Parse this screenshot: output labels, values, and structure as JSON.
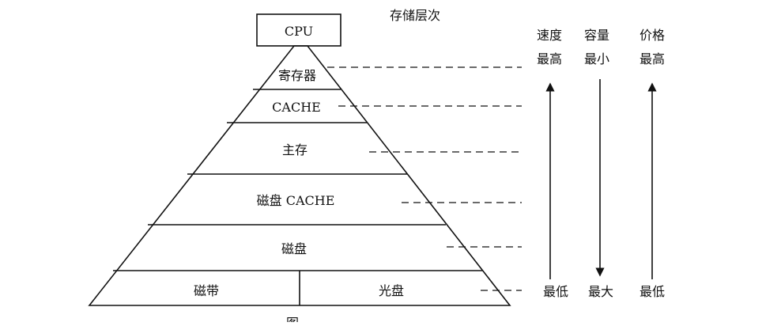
{
  "title": "存储层次",
  "cpu_label": "CPU",
  "levels": [
    {
      "label": "寄存器"
    },
    {
      "label": "CACHE"
    },
    {
      "label": "主存"
    },
    {
      "label": "磁盘 CACHE"
    },
    {
      "label": "磁盘"
    }
  ],
  "bottom_left": "磁带",
  "bottom_right": "光盘",
  "columns": [
    {
      "title": "速度",
      "top": "最高",
      "bottom": "最低",
      "direction": "up"
    },
    {
      "title": "容量",
      "top": "最小",
      "bottom": "最大",
      "direction": "down"
    },
    {
      "title": "价格",
      "top": "最高",
      "bottom": "最低",
      "direction": "up"
    }
  ],
  "caption": "图"
}
